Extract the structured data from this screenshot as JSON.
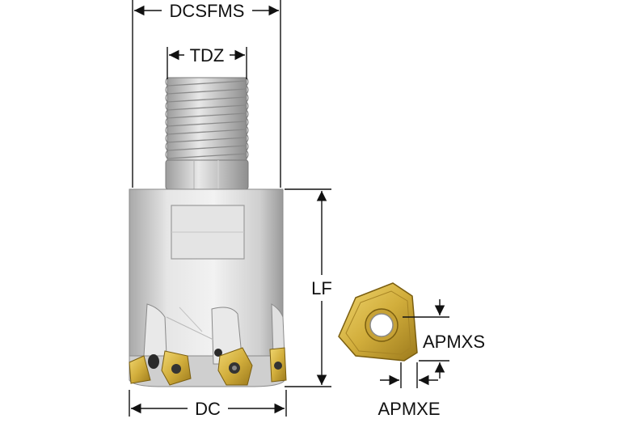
{
  "labels": {
    "dcsfms": "DCSFMS",
    "tdz": "TDZ",
    "lf": "LF",
    "dc": "DC",
    "apmxs": "APMXS",
    "apmxe": "APMXE"
  },
  "colors": {
    "body": "#d8d8d8",
    "body_shade": "#bdbdbd",
    "thread": "#c9c9c9",
    "insert_gold": "#d8b648",
    "insert_dark": "#8a7020",
    "line": "#111111"
  }
}
